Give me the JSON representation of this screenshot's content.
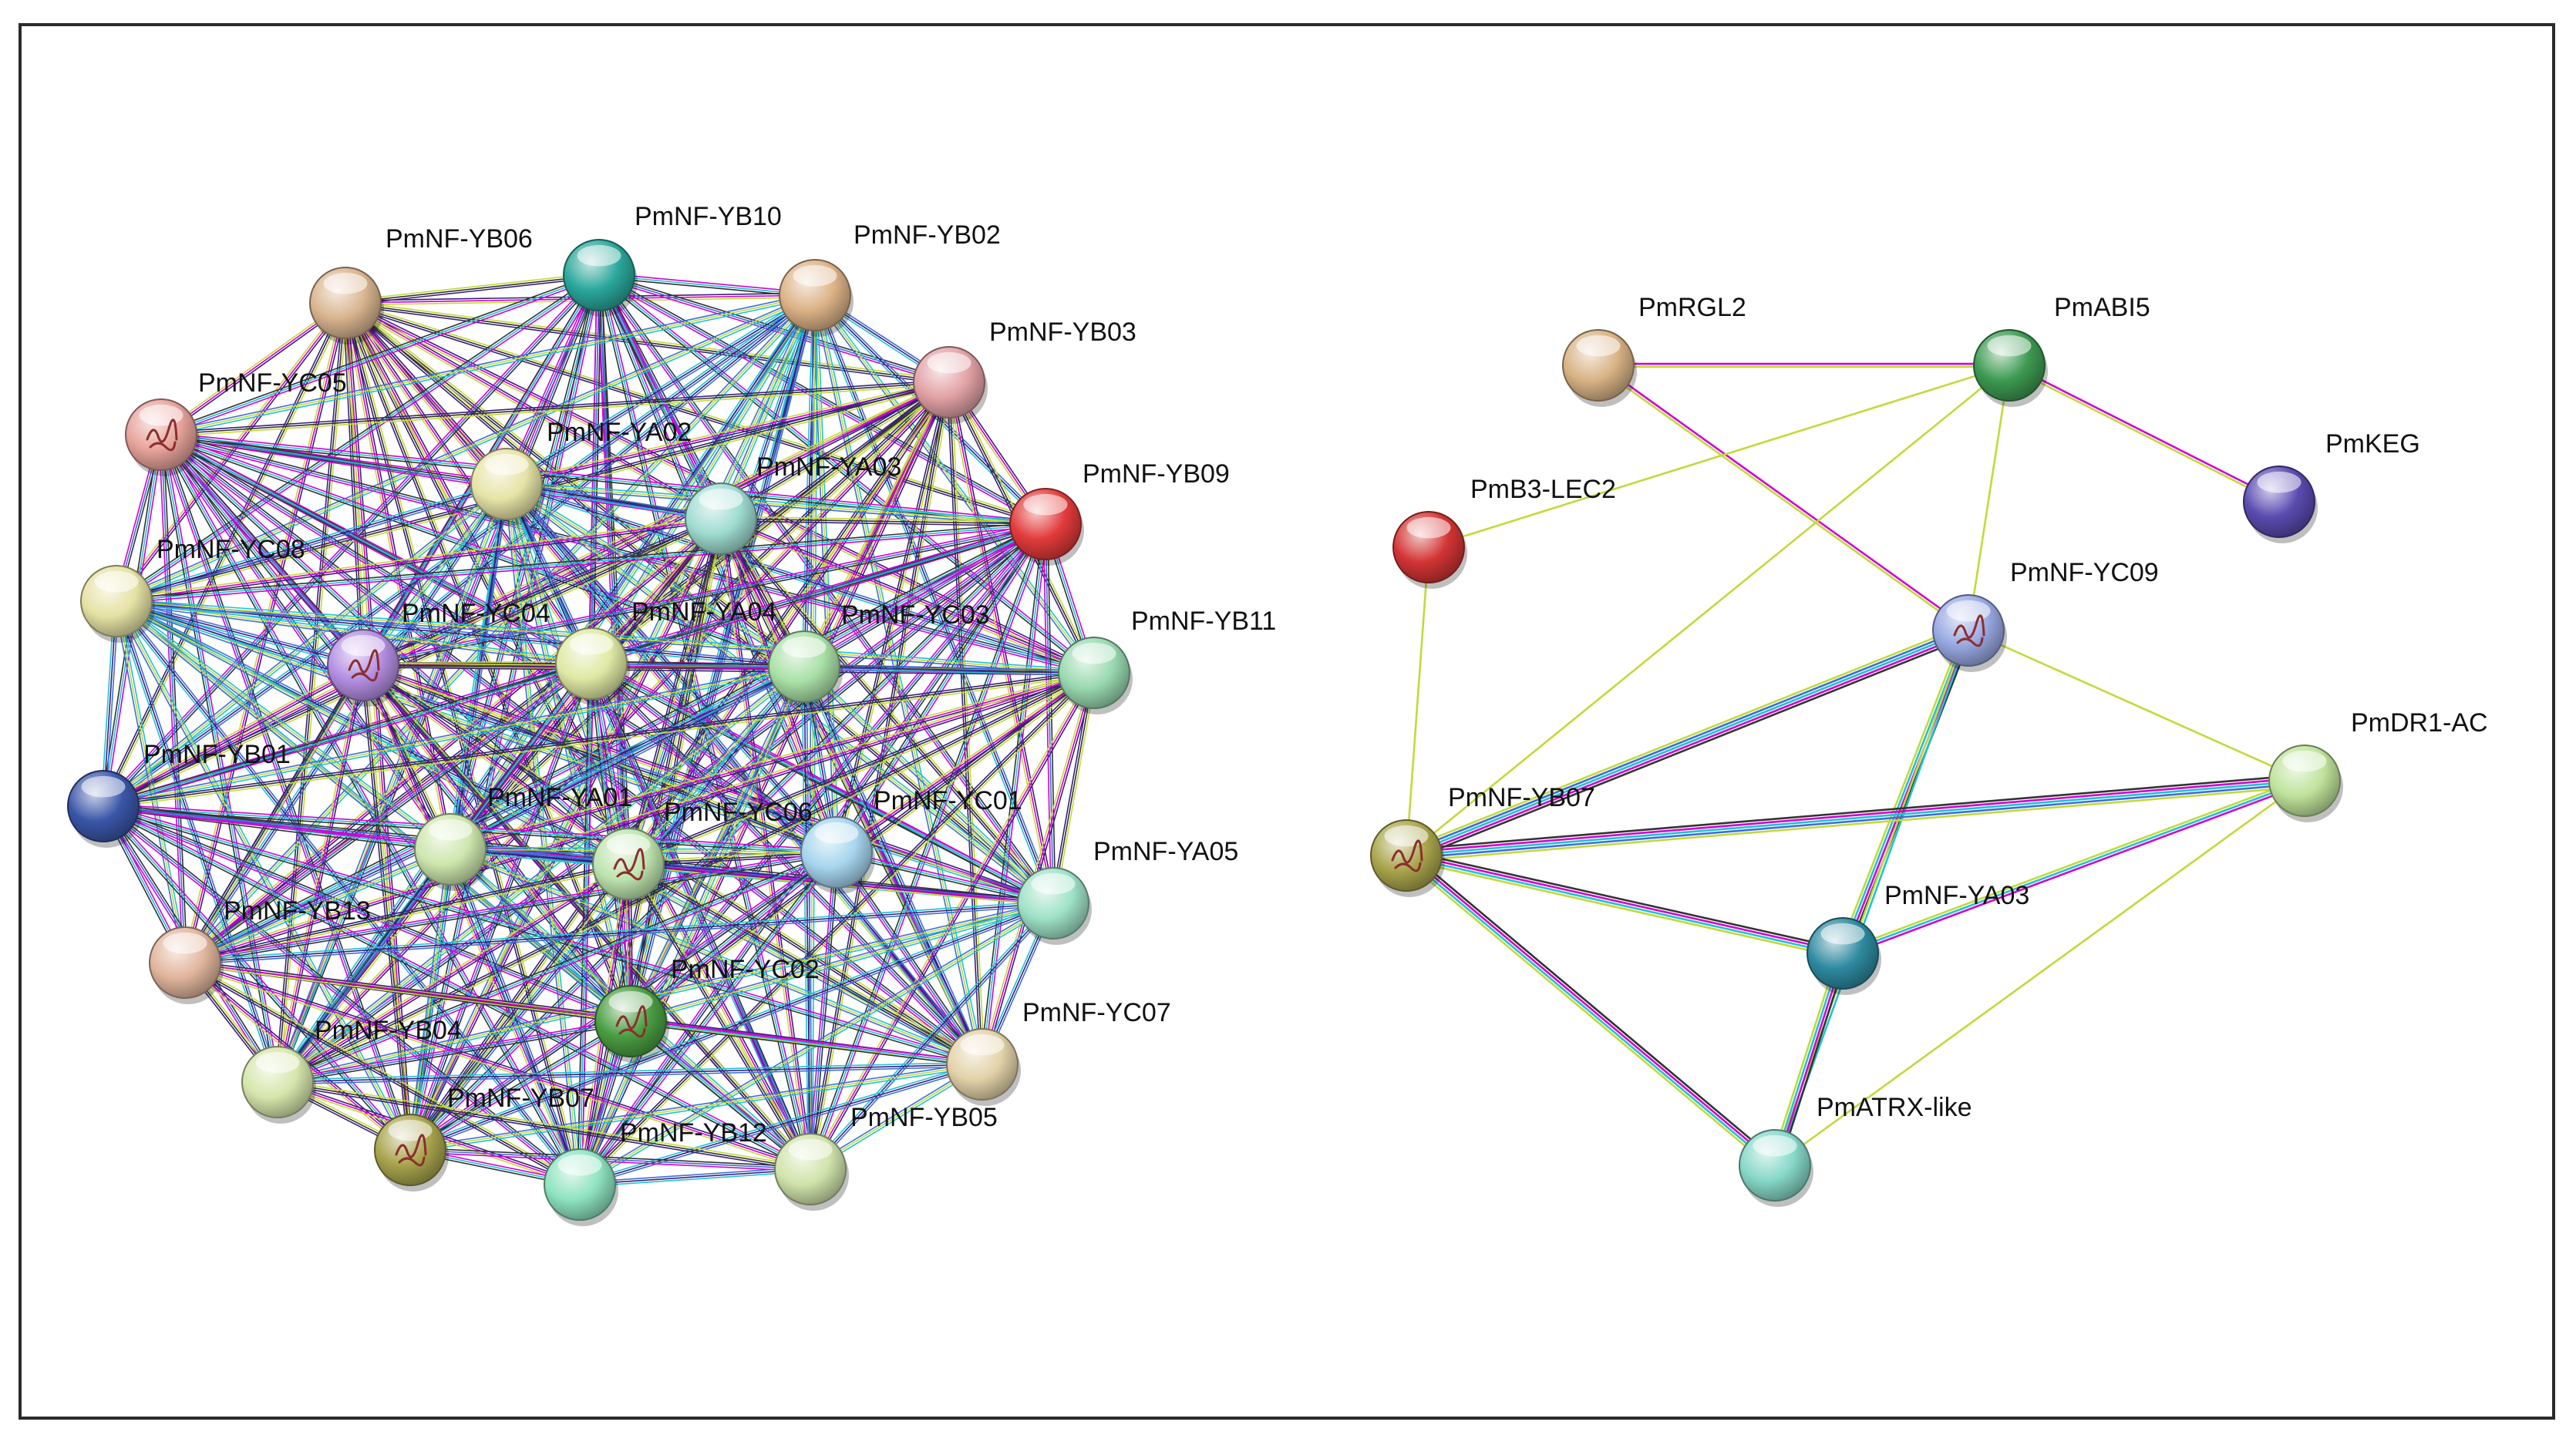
{
  "network_left": {
    "nodes": [
      {
        "id": "yb06",
        "label": "PmNF-YB06",
        "color": "#d9b58f",
        "structure": false
      },
      {
        "id": "yb10",
        "label": "PmNF-YB10",
        "color": "#2aa79b",
        "structure": false
      },
      {
        "id": "yb02",
        "label": "PmNF-YB02",
        "color": "#dcb286",
        "structure": false
      },
      {
        "id": "yb03",
        "label": "PmNF-YB03",
        "color": "#e2a2a6",
        "structure": false
      },
      {
        "id": "yc05",
        "label": "PmNF-YC05",
        "color": "#e7a39b",
        "structure": true
      },
      {
        "id": "ya02",
        "label": "PmNF-YA02",
        "color": "#e6e4a6",
        "structure": false
      },
      {
        "id": "ya03",
        "label": "PmNF-YA03",
        "color": "#9fdcd1",
        "structure": false
      },
      {
        "id": "yb09",
        "label": "PmNF-YB09",
        "color": "#e23b3b",
        "structure": false
      },
      {
        "id": "yc08",
        "label": "PmNF-YC08",
        "color": "#e5e2a4",
        "structure": false
      },
      {
        "id": "yc04",
        "label": "PmNF-YC04",
        "color": "#b48ee2",
        "structure": true
      },
      {
        "id": "ya04",
        "label": "PmNF-YA04",
        "color": "#dfe9a3",
        "structure": false
      },
      {
        "id": "yc03",
        "label": "PmNF-YC03",
        "color": "#a9e0a6",
        "structure": false
      },
      {
        "id": "yb11",
        "label": "PmNF-YB11",
        "color": "#99d9b0",
        "structure": false
      },
      {
        "id": "yb01",
        "label": "PmNF-YB01",
        "color": "#3b56a8",
        "structure": false
      },
      {
        "id": "ya01",
        "label": "PmNF-YA01",
        "color": "#cde6ad",
        "structure": false
      },
      {
        "id": "yc06",
        "label": "PmNF-YC06",
        "color": "#bde4ae",
        "structure": true
      },
      {
        "id": "yc01",
        "label": "PmNF-YC01",
        "color": "#a6d5ee",
        "structure": false
      },
      {
        "id": "ya05",
        "label": "PmNF-YA05",
        "color": "#9ee2c7",
        "structure": false
      },
      {
        "id": "yb13",
        "label": "PmNF-YB13",
        "color": "#e1b59c",
        "structure": false
      },
      {
        "id": "yc02",
        "label": "PmNF-YC02",
        "color": "#4a9e42",
        "structure": true
      },
      {
        "id": "yc07",
        "label": "PmNF-YC07",
        "color": "#e3d2a9",
        "structure": false
      },
      {
        "id": "yb04",
        "label": "PmNF-YB04",
        "color": "#d5e6ab",
        "structure": false
      },
      {
        "id": "yb07",
        "label": "PmNF-YB07",
        "color": "#a7a44c",
        "structure": true
      },
      {
        "id": "yb12",
        "label": "PmNF-YB12",
        "color": "#8ee3c0",
        "structure": false
      },
      {
        "id": "yb05",
        "label": "PmNF-YB05",
        "color": "#d0e3ab",
        "structure": false
      }
    ]
  },
  "network_right": {
    "nodes": [
      {
        "id": "rgl2",
        "label": "PmRGL2",
        "color": "#d8b385",
        "structure": false
      },
      {
        "id": "abi5",
        "label": "PmABI5",
        "color": "#3d9a52",
        "structure": false
      },
      {
        "id": "keg",
        "label": "PmKEG",
        "color": "#5a4bb0",
        "structure": false
      },
      {
        "id": "lec2",
        "label": "PmB3-LEC2",
        "color": "#d33434",
        "structure": false
      },
      {
        "id": "yc09",
        "label": "PmNF-YC09",
        "color": "#98a8e2",
        "structure": true
      },
      {
        "id": "dr1",
        "label": "PmDR1-AC",
        "color": "#bfe39b",
        "structure": false
      },
      {
        "id": "yb07",
        "label": "PmNF-YB07",
        "color": "#a9a54c",
        "structure": true
      },
      {
        "id": "ya03",
        "label": "PmNF-YA03",
        "color": "#2e8aa0",
        "structure": false
      },
      {
        "id": "atrx",
        "label": "PmATRX-like",
        "color": "#86d8c8",
        "structure": false
      }
    ],
    "edges": [
      {
        "from": "rgl2",
        "to": "abi5",
        "evidence": [
          "magenta",
          "yellow"
        ]
      },
      {
        "from": "rgl2",
        "to": "yc09",
        "evidence": [
          "magenta",
          "yellow"
        ]
      },
      {
        "from": "abi5",
        "to": "keg",
        "evidence": [
          "magenta",
          "yellow"
        ]
      },
      {
        "from": "abi5",
        "to": "lec2",
        "evidence": [
          "yellow"
        ]
      },
      {
        "from": "abi5",
        "to": "yb07",
        "evidence": [
          "yellow"
        ]
      },
      {
        "from": "abi5",
        "to": "yc09",
        "evidence": [
          "yellow"
        ]
      },
      {
        "from": "lec2",
        "to": "yb07",
        "evidence": [
          "yellow"
        ]
      },
      {
        "from": "yc09",
        "to": "dr1",
        "evidence": [
          "yellow"
        ]
      },
      {
        "from": "yc09",
        "to": "yb07",
        "evidence": [
          "black",
          "magenta",
          "cyan",
          "blue",
          "yellow"
        ]
      },
      {
        "from": "yc09",
        "to": "ya03",
        "evidence": [
          "black",
          "magenta",
          "cyan",
          "yellow"
        ]
      },
      {
        "from": "yc09",
        "to": "atrx",
        "evidence": [
          "cyan",
          "yellow"
        ]
      },
      {
        "from": "yb07",
        "to": "dr1",
        "evidence": [
          "black",
          "magenta",
          "cyan",
          "blue",
          "yellow"
        ]
      },
      {
        "from": "yb07",
        "to": "ya03",
        "evidence": [
          "black",
          "magenta",
          "cyan",
          "yellow"
        ]
      },
      {
        "from": "yb07",
        "to": "atrx",
        "evidence": [
          "black",
          "magenta",
          "cyan",
          "yellow"
        ]
      },
      {
        "from": "dr1",
        "to": "ya03",
        "evidence": [
          "magenta",
          "cyan",
          "yellow"
        ]
      },
      {
        "from": "dr1",
        "to": "atrx",
        "evidence": [
          "yellow"
        ]
      },
      {
        "from": "ya03",
        "to": "atrx",
        "evidence": [
          "black",
          "magenta",
          "cyan",
          "yellow"
        ]
      }
    ]
  },
  "evidence_colors": {
    "black": "#333333",
    "magenta": "#d200d2",
    "cyan": "#1fc1d6",
    "blue": "#3b6fd8",
    "yellow": "#c3d93a",
    "purple": "#3a1f7a"
  }
}
